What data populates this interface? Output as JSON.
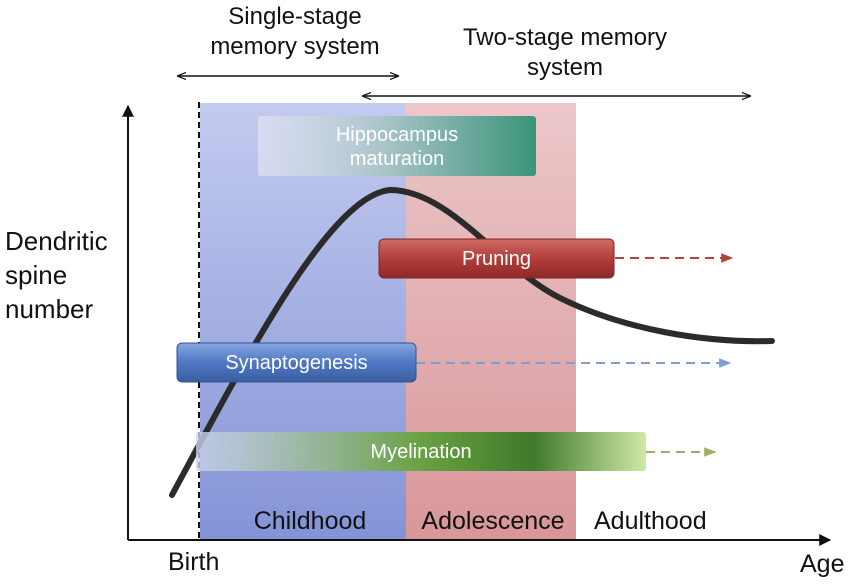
{
  "memory_systems": {
    "single_stage": {
      "line1": "Single-stage",
      "line2": "memory system"
    },
    "two_stage": {
      "line1": "Two-stage memory",
      "line2": "system"
    }
  },
  "y_axis": {
    "line1": "Dendritic",
    "line2": "spine",
    "line3": "number"
  },
  "x_axis": {
    "origin_label": "Birth",
    "label": "Age"
  },
  "phases": {
    "childhood": "Childhood",
    "adolescence": "Adolescence",
    "adulthood": "Adulthood"
  },
  "processes": {
    "hippocampus": {
      "line1": "Hippocampus",
      "line2": "maturation"
    },
    "pruning": "Pruning",
    "synaptogenesis": "Synaptogenesis",
    "myelination": "Myelination"
  },
  "colors": {
    "childhood_band": "#8596d8",
    "adolescence_band": "#d89a9e",
    "pruning": "#b5423f",
    "synaptogenesis": "#4f78c4",
    "myelination": "#6aa144",
    "hippocampus": "#3f9a80",
    "curve": "#2b2b2b"
  }
}
